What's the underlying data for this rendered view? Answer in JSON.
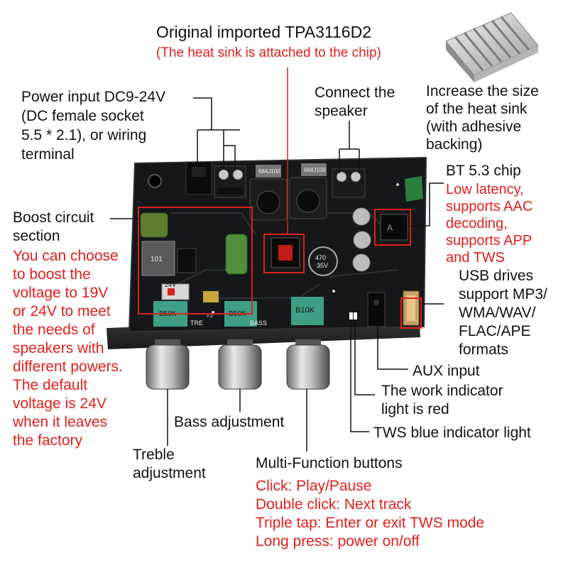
{
  "colors": {
    "annotation_red": "#e0201b",
    "board": "#15171a",
    "leader_line": "#111111"
  },
  "chip_callout": {
    "title": "Original imported TPA3116D2",
    "note": "(The heat sink is attached to the chip)"
  },
  "heat_sink_callout": {
    "lines": [
      "Increase the size",
      "of the heat sink",
      "(with adhesive",
      "backing)"
    ]
  },
  "power_callout": {
    "lines": [
      "Power input DC9-24V",
      "(DC female socket",
      "5.5 * 2.1), or wiring",
      "terminal"
    ]
  },
  "speaker_callout": {
    "lines": [
      "Connect the",
      "speaker"
    ]
  },
  "bt_callout": {
    "title": "BT 5.3 chip",
    "notes": [
      "Low latency,",
      "supports AAC",
      "decoding,",
      "supports APP",
      "and TWS"
    ]
  },
  "boost_callout": {
    "title_lines": [
      "Boost circuit",
      "section"
    ],
    "notes": [
      "You can choose",
      "to boost the",
      "voltage to 19V",
      "or 24V to meet",
      "the needs of",
      "speakers with",
      "different powers.",
      "The default",
      "voltage is 24V",
      "when it leaves",
      "the factory"
    ]
  },
  "usb_callout": {
    "lines": [
      "USB drives",
      "support MP3/",
      "WMA/WAV/",
      "FLAC/APE",
      "formats"
    ]
  },
  "aux_callout": {
    "label": "AUX input"
  },
  "work_light_callout": {
    "lines": [
      "The work indicator",
      "light is red"
    ]
  },
  "tws_light_callout": {
    "label": "TWS blue indicator light"
  },
  "bass_callout": {
    "label": "Bass adjustment"
  },
  "treble_callout": {
    "lines": [
      "Treble",
      "adjustment"
    ]
  },
  "buttons_callout": {
    "title": "Multi-Function buttons",
    "notes": [
      "Click: Play/Pause",
      "Double click: Next track",
      "Triple tap: Enter or exit TWS mode",
      "Long press: power on/off"
    ]
  },
  "board_markings": {
    "inductor_left": "684J100",
    "inductor_right": "684J100",
    "pot_treble": "B50K",
    "pot_bass": "B50K",
    "pot_volume": "B10K",
    "cap_label": [
      "470",
      "35V"
    ],
    "boost_chip": "101",
    "label_tre": "TRE",
    "label_bass": "BASS",
    "label_v3": "V3",
    "switch_label": "24V"
  }
}
